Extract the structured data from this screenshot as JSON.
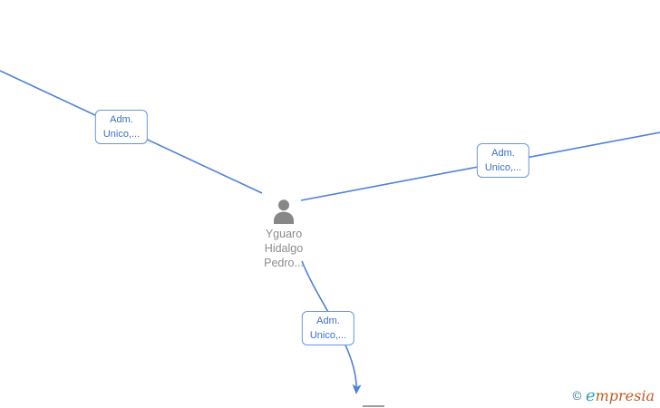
{
  "graph": {
    "central_node": {
      "name": "Yguaro\nHidalgo\nPedro...",
      "icon": "person-icon"
    },
    "edges": [
      {
        "id": "left",
        "label_line1": "Adm.",
        "label_line2": "Unico,..."
      },
      {
        "id": "right",
        "label_line1": "Adm.",
        "label_line2": "Unico,..."
      },
      {
        "id": "bottom",
        "label_line1": "Adm.",
        "label_line2": "Unico,..."
      }
    ]
  },
  "watermark": {
    "copyright": "©",
    "brand_first_letter": "e",
    "brand_rest": "mpresia"
  },
  "colors": {
    "edge": "#4d82d9",
    "label_border": "#6b96dc",
    "label_text": "#3a6fc8",
    "node_icon": "#878787",
    "node_text": "#8c8c8c",
    "hidden_node_gray": "#9e9e9e",
    "watermark_copyright": "#2a7d8c",
    "watermark_brand_first": "#2e9bc1",
    "watermark_brand_rest": "#bf5a1f"
  }
}
